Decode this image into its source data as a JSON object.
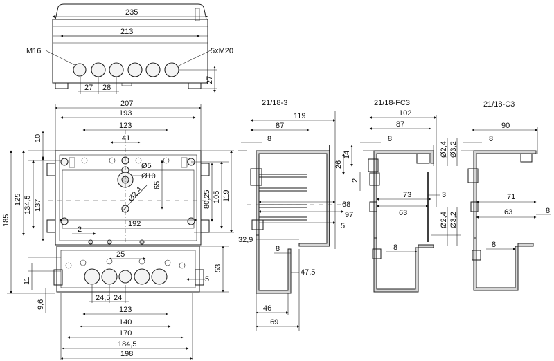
{
  "top_view": {
    "dims": {
      "w235": "235",
      "w213": "213",
      "p27": "27",
      "p28": "28",
      "h27": "27"
    },
    "labels": {
      "m16": "M16",
      "m20": "5xM20"
    }
  },
  "front_view": {
    "dims": {
      "w207": "207",
      "w193": "193",
      "w123": "123",
      "w41": "41",
      "w192": "192",
      "w2": "2",
      "h10": "10",
      "h125": "125",
      "h134_5": "134,5",
      "h137": "137",
      "h185": "185",
      "d5": "Ø5",
      "d10": "Ø10",
      "d24": "Ø2,4",
      "v65": "65",
      "r80_25": "80,25",
      "r105": "105",
      "r119": "119",
      "r25": "25",
      "r53": "53",
      "r5": "5",
      "r11": "11",
      "r9_6": "9,6",
      "b24_5": "24,5",
      "b24": "24",
      "b123": "123",
      "b140": "140",
      "b170": "170",
      "b184_5": "184,5",
      "b198": "198"
    }
  },
  "section_a": {
    "title": "21/18-3",
    "dims": {
      "w119": "119",
      "w87": "87",
      "w8": "8",
      "v26": "26",
      "v14": "14",
      "v2": "2",
      "h68": "68",
      "h97": "97",
      "h5": "5",
      "h32_9": "32,9",
      "h8": "8",
      "h47_5": "47,5",
      "b46": "46",
      "b69": "69"
    }
  },
  "section_b": {
    "title": "21/18-FC3",
    "dims": {
      "w102": "102",
      "w87": "87",
      "w8": "8",
      "d24a": "Ø2,4",
      "d32a": "Ø3,2",
      "h73": "73",
      "h3": "3",
      "h63": "63",
      "d24b": "Ø2,4",
      "d32b": "Ø3,2",
      "h8": "8"
    }
  },
  "section_c": {
    "title": "21/18-C3",
    "dims": {
      "w90": "90",
      "w8": "8",
      "h71": "71",
      "h63": "63",
      "r8": "8",
      "h8": "8"
    }
  }
}
